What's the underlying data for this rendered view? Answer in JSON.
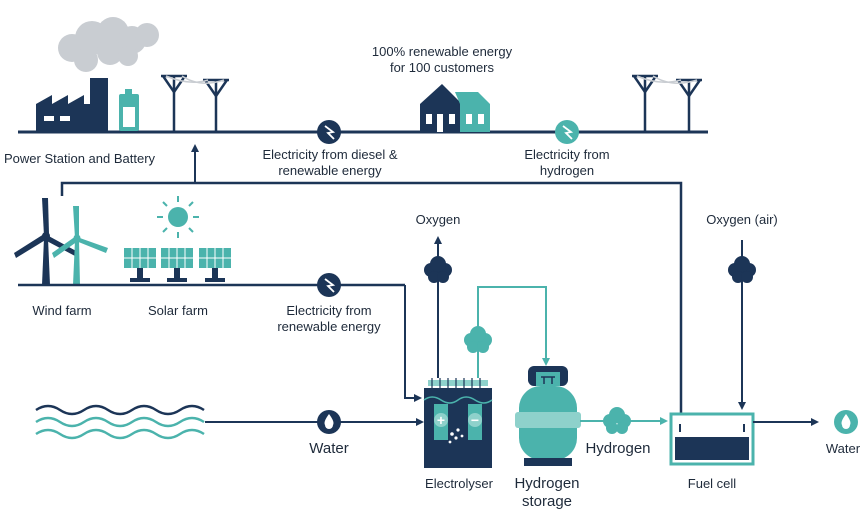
{
  "labels": {
    "top_note_1": "100% renewable energy",
    "top_note_2": "for 100 customers",
    "power_station": "Power Station and Battery",
    "elec_diesel_1": "Electricity from diesel &",
    "elec_diesel_2": "renewable energy",
    "elec_hydrogen_1": "Electricity from",
    "elec_hydrogen_2": "hydrogen",
    "wind_farm": "Wind farm",
    "solar_farm": "Solar farm",
    "elec_renew_1": "Electricity from",
    "elec_renew_2": "renewable energy",
    "oxygen": "Oxygen",
    "oxygen_air": "Oxygen (air)",
    "water_in": "Water",
    "electrolyser": "Electrolyser",
    "hydrogen_storage_1": "Hydrogen",
    "hydrogen_storage_2": "storage",
    "hydrogen": "Hydrogen",
    "fuel_cell": "Fuel cell",
    "water_out": "Water",
    "plus": "+",
    "minus": "−"
  },
  "colors": {
    "navy": "#1c3557",
    "teal": "#4bb3ac",
    "light_teal": "#8ed1cb",
    "grey": "#c9cdd2",
    "text": "#1e2a3a"
  },
  "icons": {
    "factory": "factory-icon",
    "battery": "battery-icon",
    "pylon": "power-pylon-icon",
    "house": "house-icon",
    "lightning": "lightning-icon",
    "wind_turbine": "wind-turbine-icon",
    "sun": "sun-icon",
    "solar_panel": "solar-panel-icon",
    "cloud": "gas-cloud-icon",
    "water_drop": "water-drop-icon",
    "waves": "water-waves-icon",
    "tank": "hydrogen-tank-icon"
  }
}
